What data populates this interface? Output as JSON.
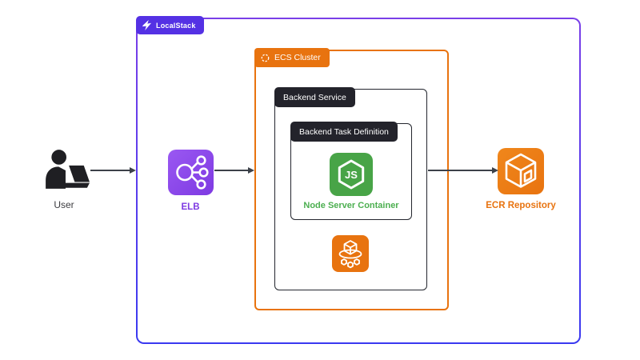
{
  "localstack": {
    "label": "LocalStack"
  },
  "ecs_cluster": {
    "label": "ECS Cluster"
  },
  "backend_service": {
    "label": "Backend Service"
  },
  "task_definition": {
    "label": "Backend Task Definition"
  },
  "nodes": {
    "user": {
      "label": "User"
    },
    "elb": {
      "label": "ELB"
    },
    "node_container": {
      "label": "Node Server Container",
      "icon_text": "JS"
    },
    "ecr": {
      "label": "ECR Repository"
    }
  },
  "icons": {
    "localstack_logo": "localstack-logo-icon",
    "ecs_cluster_ring": "ecs-cluster-ring-icon",
    "nodejs_hexagon": "nodejs-hexagon-icon",
    "ecs_service_cubes": "ecs-service-icon",
    "elb_load_balancer": "elb-load-balancer-icon",
    "ecr_cube": "ecr-repository-cube-icon",
    "user_person": "user-at-laptop-icon"
  },
  "colors": {
    "localstack-border-top": "#7a3fe8",
    "localstack-border-bottom": "#3a39f0",
    "localstack-badge": "#5431e4",
    "orange": "#e8730f",
    "dark-border": "#23262e",
    "badge-dark": "#23232b",
    "node-green": "#48a447",
    "node-label-green": "#4caf50",
    "elb-purple": "#7e3ae2",
    "elb-purple-light": "#9a58f2",
    "arrow": "#3c4149",
    "user-dark": "#1f1f23",
    "label-gray": "#3c3c40"
  }
}
